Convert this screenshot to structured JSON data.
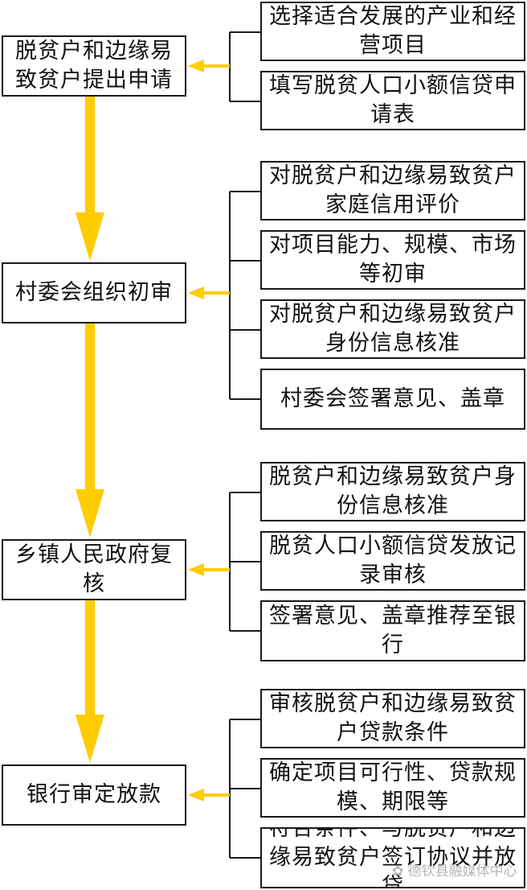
{
  "colors": {
    "arrow": "#FFCC00",
    "border": "#1a1a1a",
    "connector": "#1a1a1a"
  },
  "stages": [
    {
      "name": "stage-apply",
      "label": "脱贫户和边缘易致贫户提出申请",
      "details": [
        "选择适合发展的产业和经营项目",
        "填写脱贫人口小额信贷申请表"
      ]
    },
    {
      "name": "stage-village-review",
      "label": "村委会组织初审",
      "details": [
        "对脱贫户和边缘易致贫户家庭信用评价",
        "对项目能力、规模、市场等初审",
        "对脱贫户和边缘易致贫户身份信息核准",
        "村委会签署意见、盖章"
      ]
    },
    {
      "name": "stage-township-review",
      "label": "乡镇人民政府复核",
      "details": [
        "脱贫户和边缘易致贫户身份信息核准",
        "脱贫人口小额信贷发放记录审核",
        "签署意见、盖章推荐至银行"
      ]
    },
    {
      "name": "stage-bank-approval",
      "label": "银行审定放款",
      "details": [
        "审核脱贫户和边缘易致贫户贷款条件",
        "确定项目可行性、贷款规模、期限等",
        "符合条件、与脱贫户和边缘易致贫户签订协议并放贷"
      ]
    }
  ],
  "watermark": {
    "icon": "wechat-icon",
    "text": "德钦县融媒体中心"
  }
}
